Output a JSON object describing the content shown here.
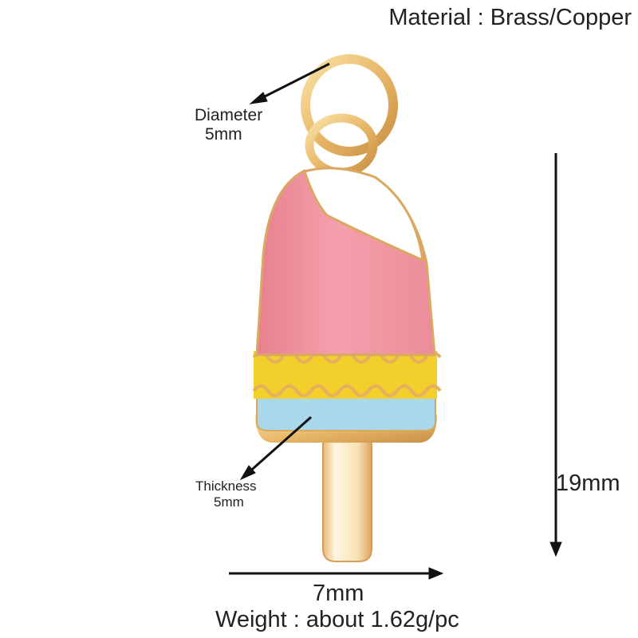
{
  "material": "Material : Brass/Copper",
  "diameter": {
    "title": "Diameter",
    "value": "5mm"
  },
  "thickness": {
    "title": "Thickness",
    "value": "5mm"
  },
  "height": "19mm",
  "width": "7mm",
  "weight": "Weight : about 1.62g/pc",
  "colors": {
    "gold": "#e8b868",
    "gold_dark": "#c98f45",
    "pink": "#f0909e",
    "white_top": "#ffffff",
    "yellow": "#f2cf2a",
    "blue": "#a9d8ec",
    "stick": "#f8e7c0",
    "text": "#222222"
  }
}
